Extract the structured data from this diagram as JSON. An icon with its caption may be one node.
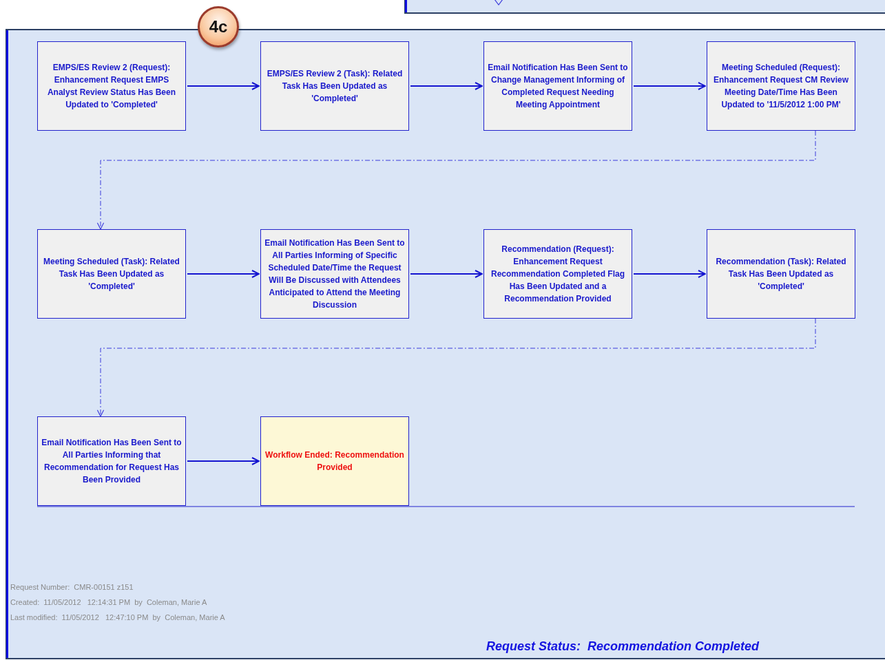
{
  "diagram": {
    "nodes": [
      {
        "text": [
          "4c"
        ]
      },
      {
        "text": [
          "EMPS/ES Review 2 (Request): Enhancement Request EMPS Analyst Review Status Has Been Updated to 'Completed'"
        ]
      },
      {
        "text": [
          "EMPS/ES Review 2 (Task): Related Task Has Been Updated as 'Completed'"
        ]
      },
      {
        "text": [
          "Email Notification Has Been Sent to Change Management Informing of Completed Request Needing Meeting Appointment"
        ]
      },
      {
        "text": [
          "Meeting Scheduled (Request): Enhancement Request CM Review Meeting Date/Time Has Been Updated to '11/5/2012 1:00 PM'"
        ]
      },
      {
        "text": [
          "Meeting Scheduled (Task): Related Task Has Been Updated as 'Completed'"
        ]
      },
      {
        "text": [
          "Email Notification Has Been Sent to All Parties Informing of Specific Scheduled Date/Time the Request Will Be Discussed with Attendees Anticipated to Attend the Meeting Discussion"
        ]
      },
      {
        "text": [
          "Recommendation (Request): Enhancement Request Recommendation Completed Flag Has Been Updated and a Recommendation Provided"
        ]
      },
      {
        "text": [
          "Recommendation (Task): Related Task Has Been Updated as 'Completed'"
        ]
      },
      {
        "text": [
          "Email Notification Has Been Sent to All Parties Informing that Recommendation for Request Has Been Provided"
        ]
      },
      {
        "text": [
          "Workflow Ended: Recommendation Provided"
        ]
      }
    ],
    "edges": [
      {
        "from": 1,
        "to": 2,
        "arrow": "to"
      },
      {
        "from": 2,
        "to": 3,
        "arrow": "to"
      },
      {
        "from": 3,
        "to": 4,
        "arrow": "to"
      },
      {
        "from": 4,
        "to": 5,
        "arrow": "to",
        "style": "dashed"
      },
      {
        "from": 5,
        "to": 6,
        "arrow": "to"
      },
      {
        "from": 6,
        "to": 7,
        "arrow": "to"
      },
      {
        "from": 7,
        "to": 8,
        "arrow": "to"
      },
      {
        "from": 8,
        "to": 9,
        "arrow": "to",
        "style": "dashed"
      },
      {
        "from": 9,
        "to": 10,
        "arrow": "to"
      }
    ],
    "labels": [
      "Request Number:  CMR-00151 z151",
      "Created:  11/05/2012   12:14:31 PM  by  Coleman, Marie A",
      "Last modified:  11/05/2012   12:47:10 PM  by  Coleman, Marie A",
      "Request Status:  Recommendation Completed"
    ]
  }
}
